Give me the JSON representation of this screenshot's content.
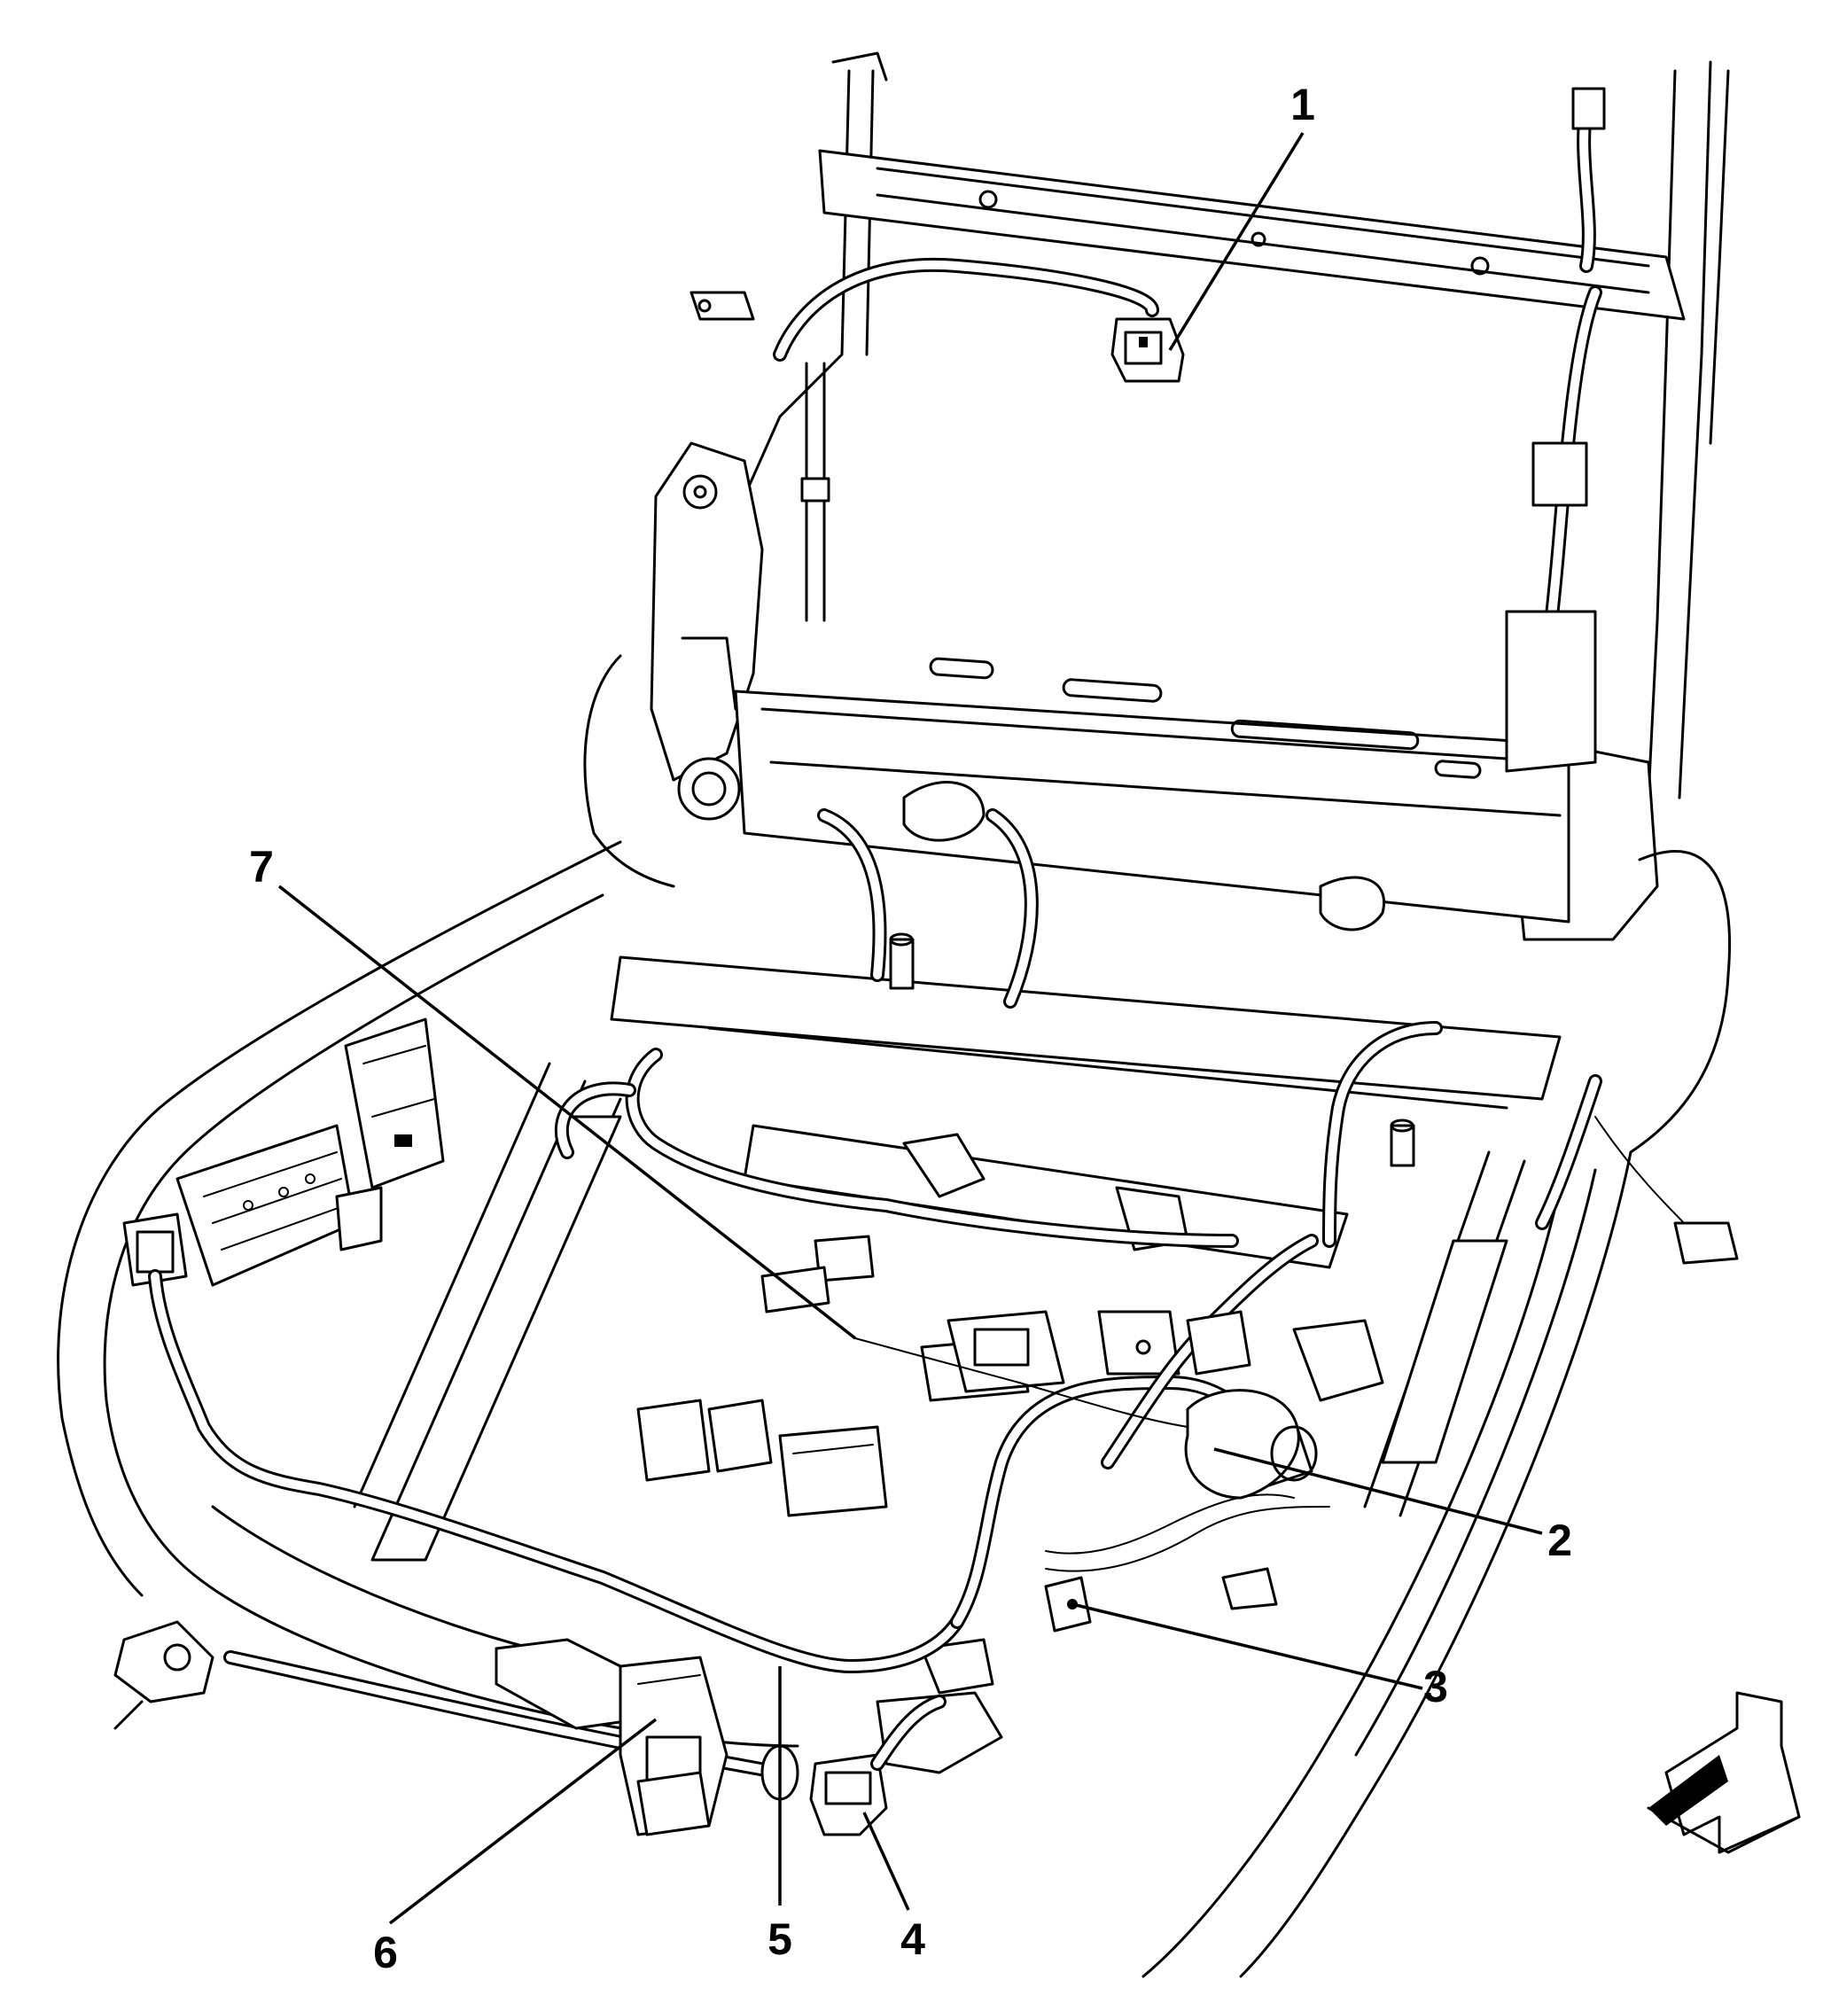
{
  "callouts": [
    {
      "id": "1",
      "label": "1"
    },
    {
      "id": "2",
      "label": "2"
    },
    {
      "id": "3",
      "label": "3"
    },
    {
      "id": "4",
      "label": "4"
    },
    {
      "id": "5",
      "label": "5"
    },
    {
      "id": "6",
      "label": "6"
    },
    {
      "id": "7",
      "label": "7"
    }
  ],
  "orientation_arrow": {
    "icon": "front-direction-arrow-icon"
  }
}
